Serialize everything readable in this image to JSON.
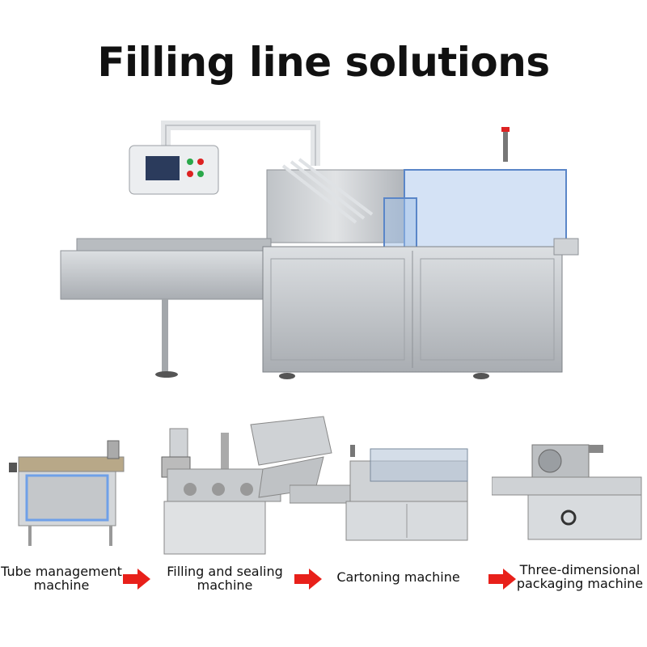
{
  "page": {
    "title": "Filling line solutions"
  },
  "stages": [
    {
      "line1": "Tube management",
      "line2": "machine"
    },
    {
      "line1": "Filling and sealing",
      "line2": "machine"
    },
    {
      "line1": "Cartoning machine",
      "line2": ""
    },
    {
      "line1": "Three-dimensional",
      "line2": "packaging machine"
    }
  ],
  "colors": {
    "steel": "#c9ccd0",
    "steel_dark": "#8e9297",
    "arrow": "#e8201a",
    "panel_blue": "#6fa0e8"
  },
  "icons": {
    "arrow": "right-arrow-icon"
  }
}
